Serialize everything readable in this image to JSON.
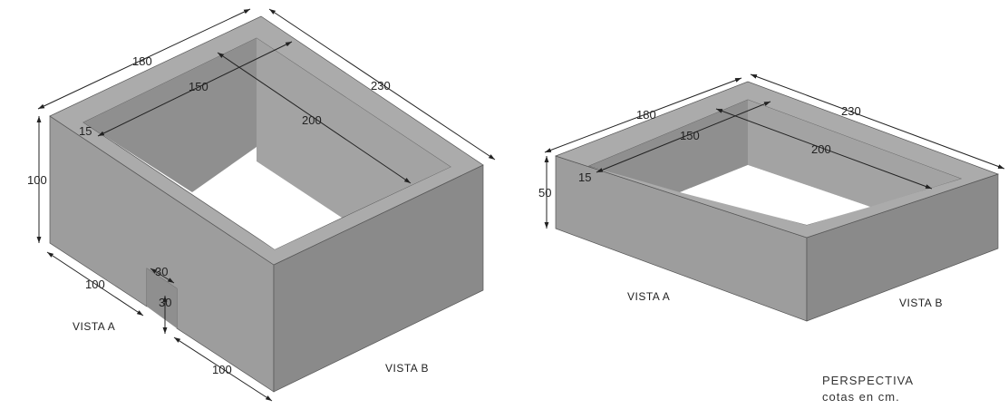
{
  "views": [
    {
      "id": "box-100",
      "dims": {
        "length": "180",
        "width": "230",
        "inner_length": "150",
        "inner_width": "200",
        "wall": "15",
        "height": "100",
        "notch_width": "30",
        "notch_height": "30",
        "side_a": "100",
        "side_b": "100"
      },
      "labels": {
        "view_a": "VISTA  A",
        "view_b": "VISTA  B"
      }
    },
    {
      "id": "box-50",
      "dims": {
        "length": "180",
        "width": "230",
        "inner_length": "150",
        "inner_width": "200",
        "wall": "15",
        "height": "50"
      },
      "labels": {
        "view_a": "VISTA  A",
        "view_b": "VISTA  B"
      }
    }
  ],
  "note": {
    "line1": "PERSPECTIVA",
    "line2": "cotas  en  cm."
  },
  "colors": {
    "rim": "#ababab",
    "face_left": "#9d9d9d",
    "face_right": "#8a8a8a",
    "inner_far_left": "#8f8f8f",
    "inner_far_right": "#a3a3a3",
    "dimension": "#222222"
  }
}
